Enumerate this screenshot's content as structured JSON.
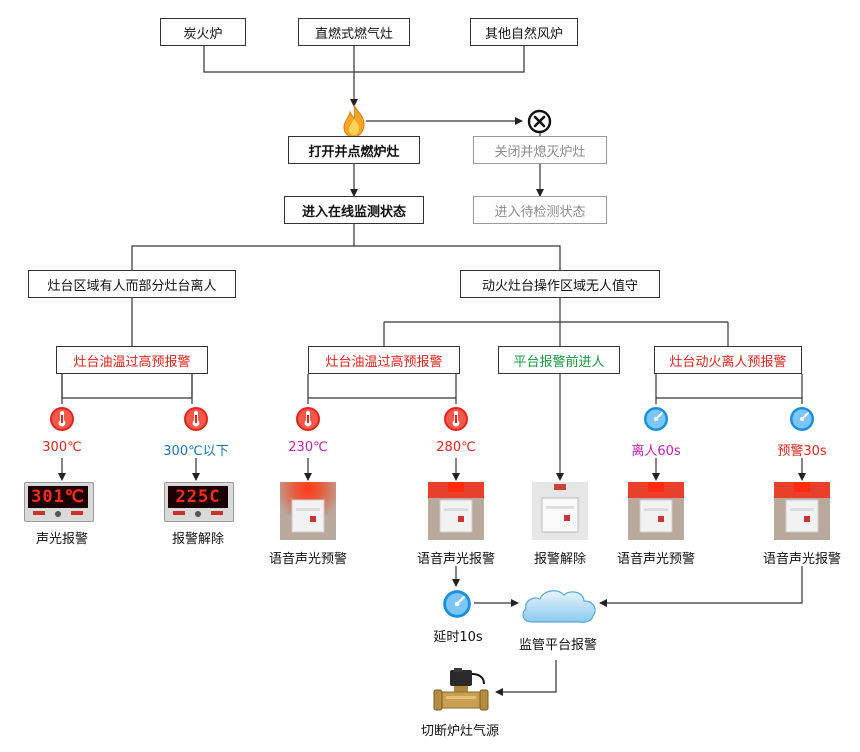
{
  "sources": [
    "炭火炉",
    "直燃式燃气灶",
    "其他自然风炉"
  ],
  "ignite": "打开并点燃炉灶",
  "close": "关闭并熄灭炉灶",
  "monitor": "进入在线监测状态",
  "standby": "进入待检测状态",
  "left_branch": "灶台区域有人而部分灶台离人",
  "right_branch": "动火灶台操作区域无人值守",
  "left_alarm": "灶台油温过高预报警",
  "right_alarm_1": "灶台油温过高预报警",
  "right_alarm_2": "平台报警前进人",
  "right_alarm_3": "灶台动火离人预报警",
  "temps": {
    "t1": "300℃",
    "t2": "300℃以下",
    "t3": "230℃",
    "t4": "280℃",
    "t5": "离人60s",
    "t6": "预警30s"
  },
  "displays": {
    "d1": "301℃",
    "d2": "225C"
  },
  "results": {
    "r1": "声光报警",
    "r2": "报警解除",
    "r3": "语音声光预警",
    "r4": "语音声光报警",
    "r5": "报警解除",
    "r6": "语音声光预警",
    "r7": "语音声光报警"
  },
  "delay": "延时10s",
  "platform_alarm": "监管平台报警",
  "cutoff": "切断炉灶气源",
  "colors": {
    "red": "#e8231c",
    "blue": "#1a73b8",
    "purple": "#c020b4",
    "green": "#139a3b",
    "gray": "#8a8a8a"
  }
}
